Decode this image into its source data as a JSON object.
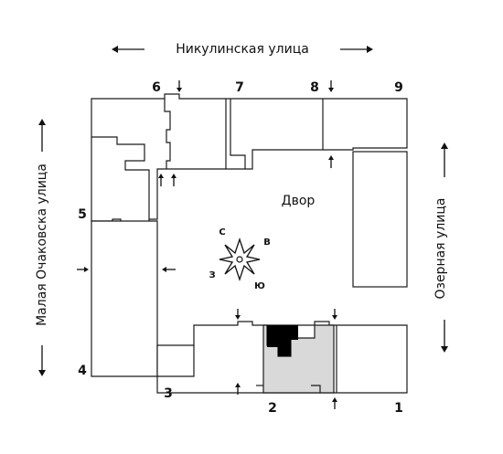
{
  "streets": {
    "top": "Никулинская улица",
    "left": "Малая Очаковска улица",
    "right": "Озерная улица"
  },
  "courtyard_label": "Двор",
  "compass": {
    "north": "С",
    "east": "В",
    "south": "Ю",
    "west": "З"
  },
  "sections": {
    "s1": "1",
    "s2": "2",
    "s3": "3",
    "s4": "4",
    "s5": "5",
    "s6": "6",
    "s7": "7",
    "s8": "8",
    "s9": "9"
  },
  "colors": {
    "selected_apartment": "#000000",
    "highlighted_section": "#d9d9d9",
    "walls": "#1a1a1a"
  }
}
